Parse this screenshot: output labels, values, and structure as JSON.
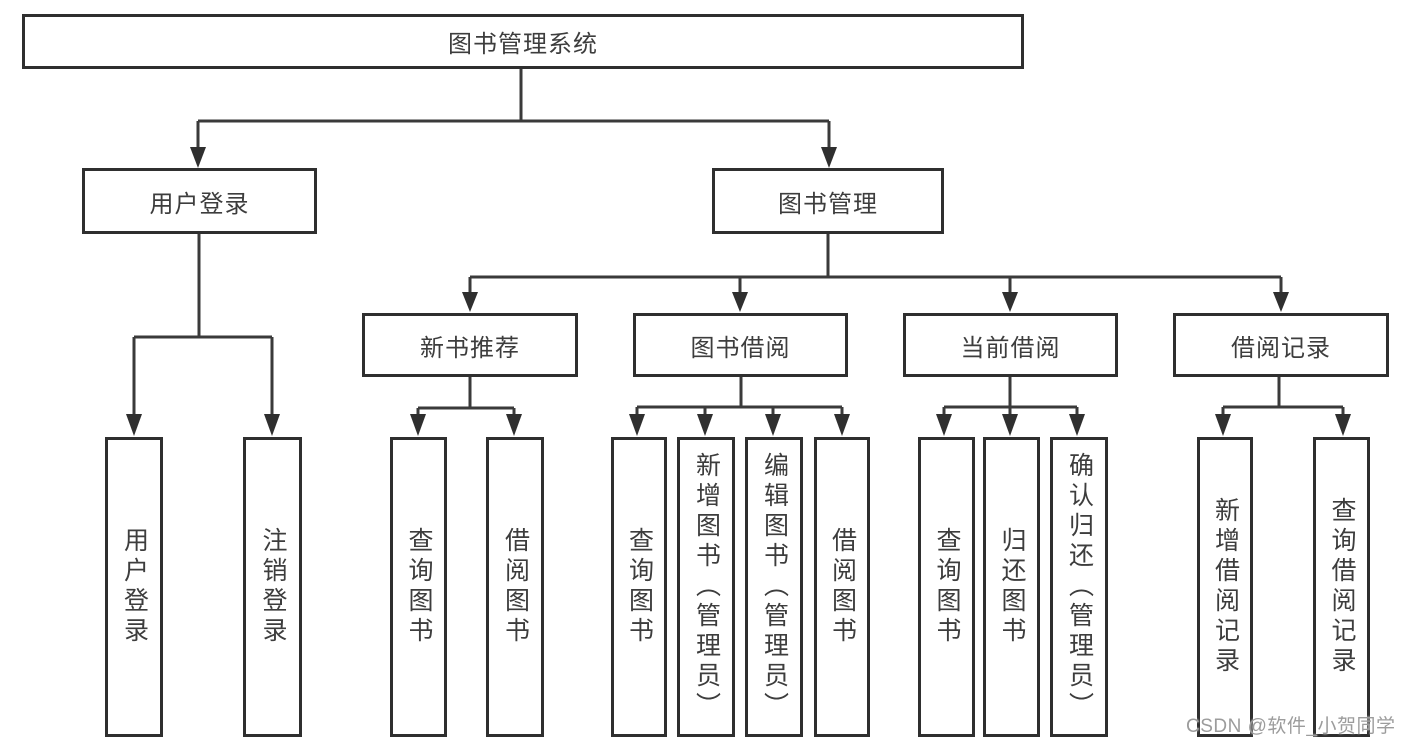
{
  "nodes": {
    "root": {
      "label": "图书管理系统"
    },
    "level2": [
      {
        "label": "用户登录"
      },
      {
        "label": "图书管理"
      }
    ],
    "level3": [
      {
        "label": "新书推荐"
      },
      {
        "label": "图书借阅"
      },
      {
        "label": "当前借阅"
      },
      {
        "label": "借阅记录"
      }
    ],
    "leaves": {
      "user_login": [
        {
          "label": "用户登录"
        },
        {
          "label": "注销登录"
        }
      ],
      "new_book_recommendation": [
        {
          "label": "查询图书"
        },
        {
          "label": "借阅图书"
        }
      ],
      "book_borrowing": [
        {
          "label": "查询图书"
        },
        {
          "label": "新增图书（管理员）"
        },
        {
          "label": "编辑图书（管理员）"
        },
        {
          "label": "借阅图书"
        }
      ],
      "current_borrowing": [
        {
          "label": "查询图书"
        },
        {
          "label": "归还图书"
        },
        {
          "label": "确认归还（管理员）"
        }
      ],
      "borrowing_records": [
        {
          "label": "新增借阅记录"
        },
        {
          "label": "查询借阅记录"
        }
      ]
    }
  },
  "watermark": {
    "text": "CSDN @软件_小贺同学"
  },
  "colors": {
    "line": "#3a3a3a",
    "arrow": "#2f2f2f",
    "box_border": "#2f2f2f",
    "box_background": "#ffffff",
    "text": "#3d3d3d",
    "watermark": "#9c9c9c",
    "background": "#ffffff"
  }
}
